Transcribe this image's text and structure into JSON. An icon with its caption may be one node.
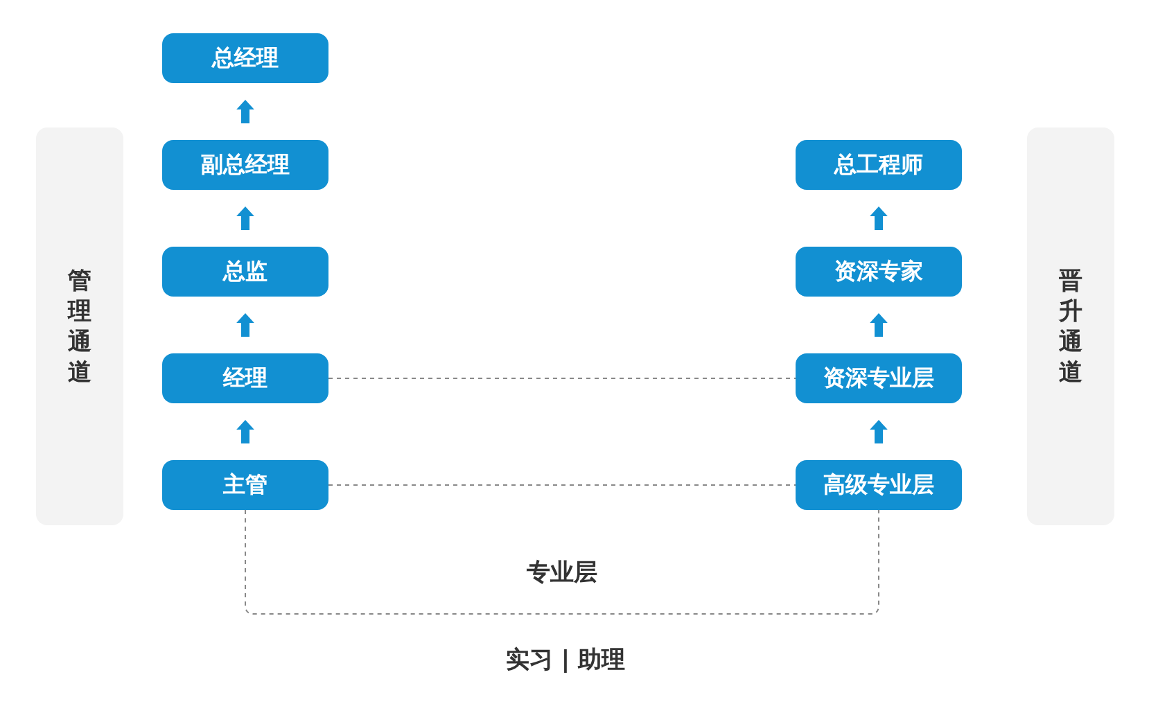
{
  "diagram": {
    "nodes": [
      {
        "text": [
          "管理通道"
        ]
      },
      {
        "text": [
          "总经理"
        ]
      },
      {
        "text": [
          "副总经理"
        ]
      },
      {
        "text": [
          "总监"
        ]
      },
      {
        "text": [
          "经理"
        ]
      },
      {
        "text": [
          "主管"
        ]
      },
      {
        "text": [
          "总工程师"
        ]
      },
      {
        "text": [
          "资深专家"
        ]
      },
      {
        "text": [
          "资深专业层"
        ]
      },
      {
        "text": [
          "高级专业层"
        ]
      },
      {
        "text": [
          "晋升通道"
        ]
      }
    ],
    "edges": [
      {
        "from": 2,
        "to": 1,
        "arrow": "to"
      },
      {
        "from": 3,
        "to": 2,
        "arrow": "to"
      },
      {
        "from": 4,
        "to": 3,
        "arrow": "to"
      },
      {
        "from": 5,
        "to": 4,
        "arrow": "to"
      },
      {
        "from": 7,
        "to": 6,
        "arrow": "to"
      },
      {
        "from": 8,
        "to": 7,
        "arrow": "to"
      },
      {
        "from": 9,
        "to": 8,
        "arrow": "to"
      },
      {
        "from": 4,
        "to": 8,
        "arrow": "none",
        "style": "dashed",
        "color": "#888888"
      },
      {
        "from": 5,
        "to": 9,
        "arrow": "none",
        "style": "dashed",
        "color": "#888888"
      },
      {
        "from": 5,
        "to": 9,
        "arrow": "none",
        "style": "dashed",
        "color": "#888888",
        "label": "专业层"
      }
    ],
    "labels": [
      "实习 | 助理"
    ]
  }
}
